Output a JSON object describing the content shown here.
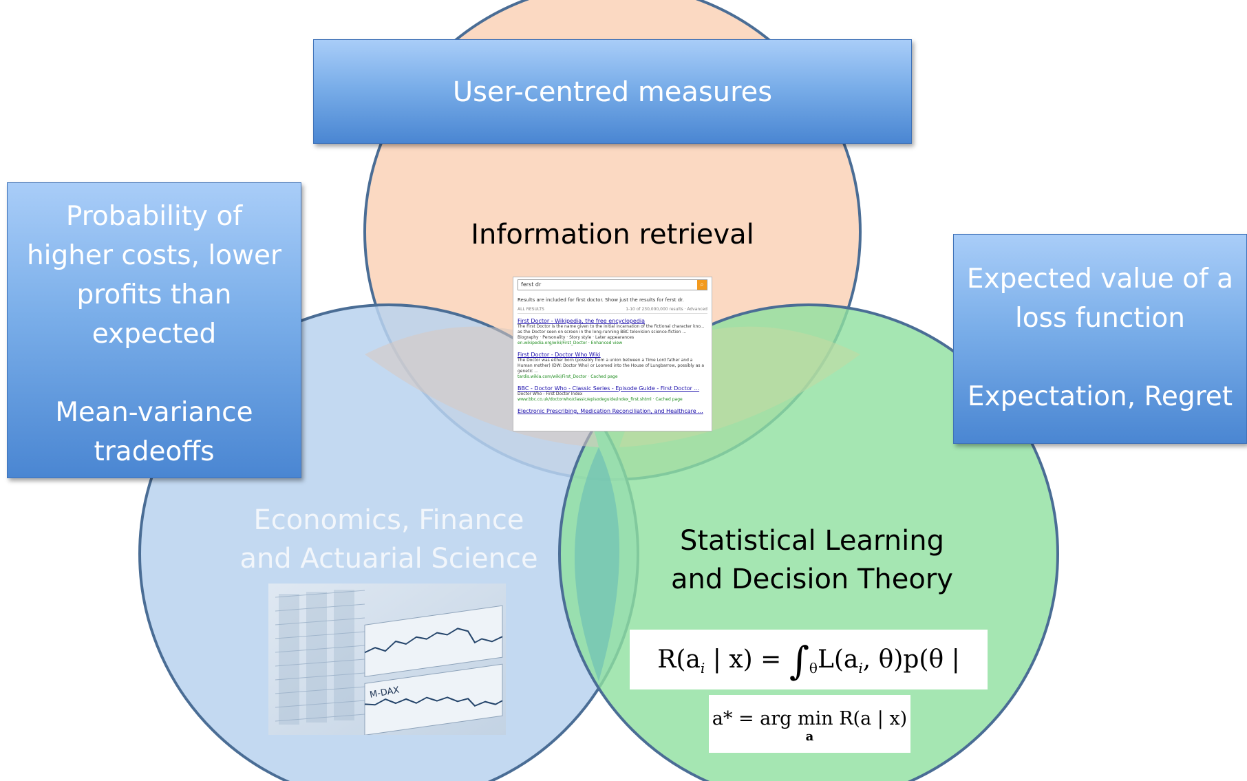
{
  "circles": {
    "top": {
      "label": "Information retrieval",
      "fill": "#fbd9c2"
    },
    "left": {
      "label_line1": "Economics,  Finance",
      "label_line2": "and Actuarial Science",
      "fill": "#b9d2ee"
    },
    "right": {
      "label_line1": "Statistical Learning",
      "label_line2": "and Decision Theory",
      "fill": "#8fe09f"
    }
  },
  "boxes": {
    "top": {
      "text": "User-centred measures"
    },
    "left": {
      "line1": "Probability of",
      "line2": "higher costs, lower",
      "line3": "profits than",
      "line4": "expected",
      "line5": "Mean-variance",
      "line6": "tradeoffs"
    },
    "right": {
      "line1": "Expected value of a",
      "line2": "loss function",
      "line3": "Expectation, Regret"
    }
  },
  "search_results": {
    "query": "ferst dr",
    "note": "Results are included for first doctor. Show just the results for ferst dr.",
    "bar_left": "ALL RESULTS",
    "bar_right": "1-10 of 230,000,000 results · Advanced",
    "results": [
      {
        "title": "First Doctor - Wikipedia, the free encyclopedia",
        "snippet": "The First Doctor is the name given to the initial incarnation of the fictional character kno... as the Doctor seen on screen in the long-running BBC television science-fiction ... Biography · Personality · Story style · Later appearances",
        "url": "en.wikipedia.org/wiki/First_Doctor · Enhanced view"
      },
      {
        "title": "First Doctor - Doctor Who Wiki",
        "snippet": "The Doctor was either born (possibly from a union between a Time Lord father and a Human mother) (DW: Doctor Who) or Loomed into the House of Lungbarrow, possibly as a genetic ...",
        "url": "tardis.wikia.com/wiki/First_Doctor · Cached page"
      },
      {
        "title": "BBC - Doctor Who - Classic Series - Episode Guide - First Doctor ...",
        "snippet": "Doctor Who - First Doctor Index",
        "url": "www.bbc.co.uk/doctorwho/classic/episodeguide/index_first.shtml · Cached page"
      },
      {
        "title": "Electronic Prescribing, Medication Reconciliation, and Healthcare ...",
        "snippet": "",
        "url": ""
      }
    ]
  },
  "finance_image": {
    "index_label": "M-DAX"
  },
  "formulas": {
    "risk_lhs": "R(a",
    "risk_i": "i",
    "risk_mid": " | x) = ",
    "risk_int_sub": "θ",
    "risk_rhs": "L(a",
    "risk_rhs_i": "i",
    "risk_rhs_tail": ", θ)p(θ | x)dθ",
    "argmin_lhs": "a* = arg min R(a | x)",
    "argmin_under": "a"
  },
  "colors": {
    "circle_stroke": "#4a6d95",
    "box_top": "#a9cdf8",
    "box_bottom": "#4a86d2"
  }
}
